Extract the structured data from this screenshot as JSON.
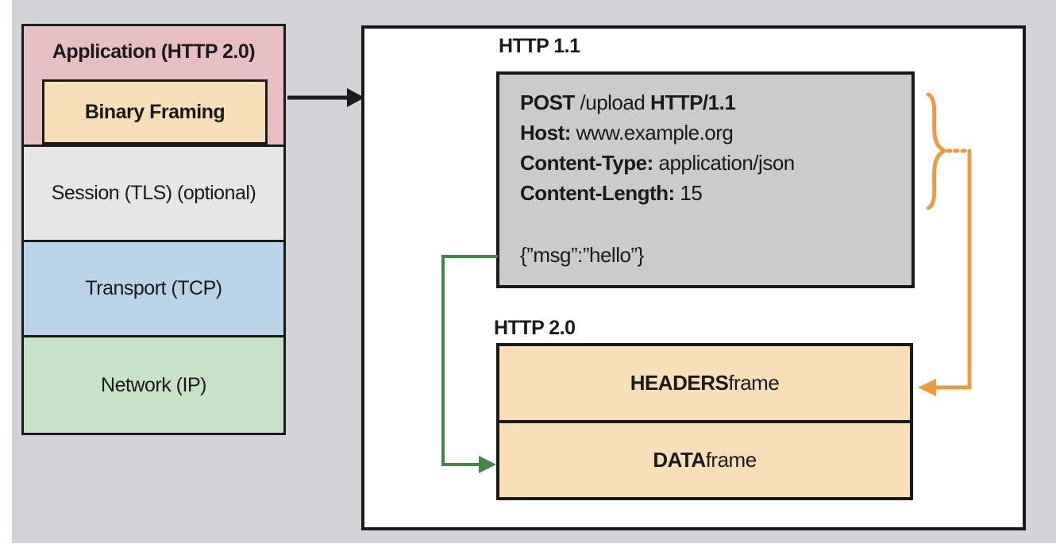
{
  "colors": {
    "background": "#d2d3d6",
    "application_pink": "#e7bfc2",
    "framing_tan": "#f8dfb8",
    "session_gray": "#e6e6e7",
    "transport_blue": "#b9d3e8",
    "network_green": "#c8e2c8",
    "request_gray": "#cbcbcb",
    "frame_tan": "#f8dfb8",
    "arrow_orange": "#ea9d40",
    "arrow_green": "#41874a",
    "line_black": "#1a1a1a"
  },
  "stack": {
    "application_label": "Application (HTTP 2.0)",
    "binary_framing_label": "Binary Framing",
    "session_label": "Session (TLS) (optional)",
    "transport_label": "Transport (TCP)",
    "network_label": "Network (IP)"
  },
  "panel": {
    "http11_label": "HTTP 1.1",
    "http20_label": "HTTP 2.0",
    "request_lines": {
      "line1": [
        {
          "text": "POST ",
          "bold": true
        },
        {
          "text": "/upload ",
          "bold": false
        },
        {
          "text": "HTTP/1.1",
          "bold": true
        }
      ],
      "line2": [
        {
          "text": "Host: ",
          "bold": true
        },
        {
          "text": "www.example.org",
          "bold": false
        }
      ],
      "line3": [
        {
          "text": "Content-Type: ",
          "bold": true
        },
        {
          "text": "application/json",
          "bold": false
        }
      ],
      "line4": [
        {
          "text": "Content-Length: ",
          "bold": true
        },
        {
          "text": "15",
          "bold": false
        }
      ],
      "body": [
        {
          "text": "{”msg”:”hello”}",
          "bold": false
        }
      ]
    },
    "frames": {
      "headers": [
        {
          "text": "HEADERS",
          "bold": true
        },
        {
          "text": " frame",
          "bold": false
        }
      ],
      "data": [
        {
          "text": "DATA",
          "bold": true
        },
        {
          "text": " frame",
          "bold": false
        }
      ]
    }
  }
}
